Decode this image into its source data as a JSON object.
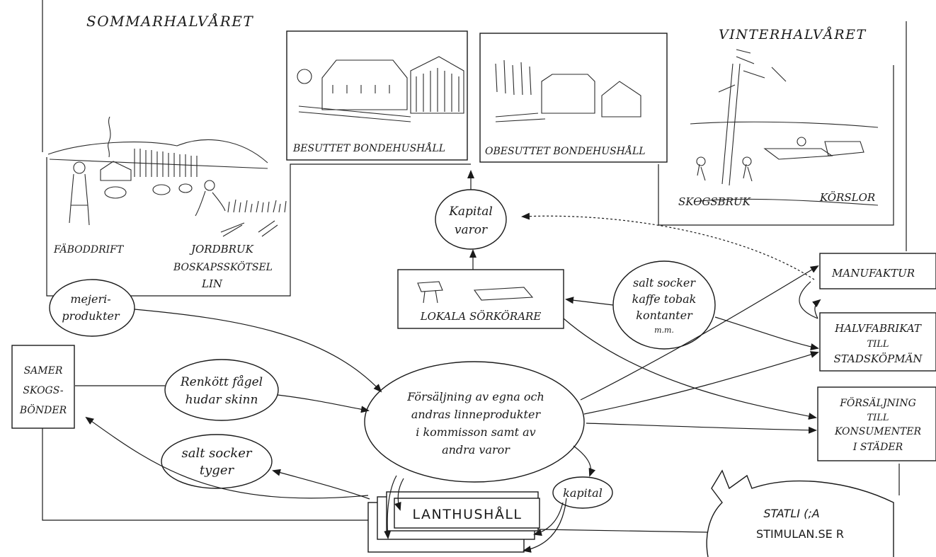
{
  "season_labels": {
    "summer": "SOMMARHALVÅRET",
    "winter": "VINTERHALVÅRET"
  },
  "households": {
    "besuttet": "BESUTTET BONDEHUSHÅLL",
    "obesuttet": "OBESUTTET BONDEHUSHÅLL"
  },
  "summer_activities": {
    "faboddrift": "FÄBODDRIFT",
    "jordbruk": "JORDBRUK",
    "boskap": "BOSKAPSSKÖTSEL",
    "lin": "LIN"
  },
  "winter_activities": {
    "skogsbruk": "SKOGSBRUK",
    "korslor": "KÖRSLOR"
  },
  "nodes": {
    "kapital_varor": [
      "Kapital",
      "varor"
    ],
    "lokala_forkorare": "LOKALA SÖRKÖRARE",
    "mejeri": [
      "mejeri-",
      "produkter"
    ],
    "samer": [
      "SAMER",
      "SKOGS-",
      "BÖNDER"
    ],
    "renkott": [
      "Renkött fågel",
      "hudar skinn"
    ],
    "salt_tyger": [
      "salt socker",
      "tyger"
    ],
    "salt_kaffe": [
      "salt socker",
      "kaffe tobak",
      "kontanter",
      "m.m."
    ],
    "forsaljning_center": [
      "Försäljning av egna och",
      "andras linneprodukter",
      "i kommisson samt av",
      "andra varor"
    ],
    "kapital": "kapital",
    "lanthushall": "LANTHUSHÅLL",
    "manufaktur": "MANUFAKTUR",
    "halvfabrikat": [
      "HALVFABRIKAT",
      "TILL",
      "STADSKÖPMÄN"
    ],
    "forsaljning_konsumenter": [
      "FÖRSÄLJNING",
      "TILL",
      "KONSUMENTER",
      "I STÄDER"
    ],
    "statliga": [
      "STATLI (;A",
      "STIMULAN.SE R"
    ]
  }
}
